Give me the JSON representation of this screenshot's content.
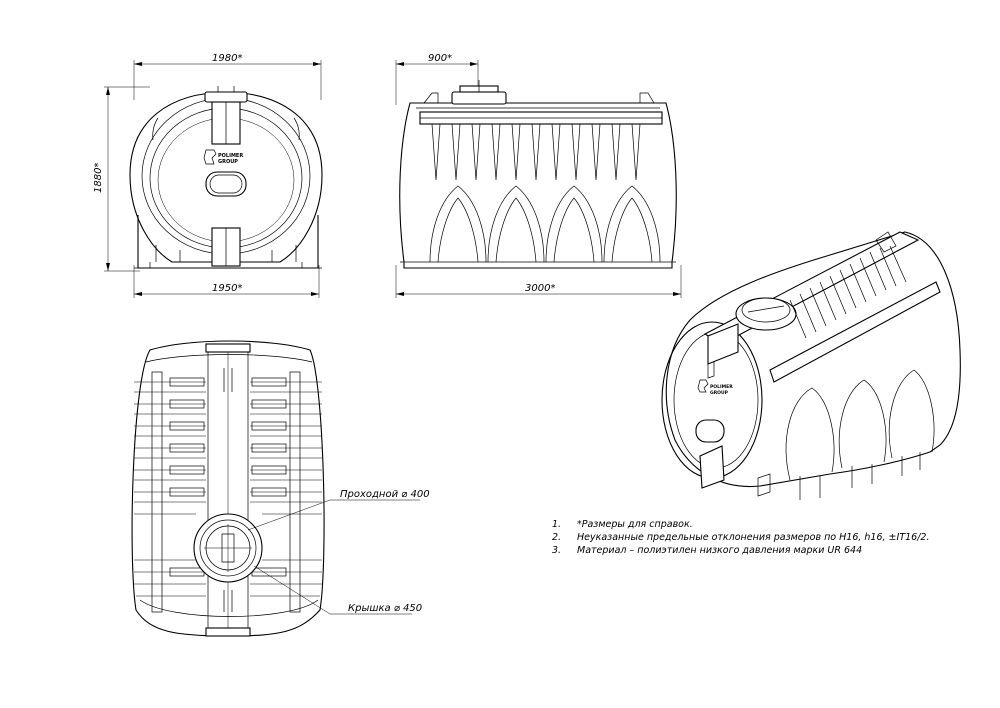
{
  "dimensions": {
    "front_top_width": "1980*",
    "front_height": "1880*",
    "front_bottom_width": "1950*",
    "side_top_offset": "900*",
    "side_length": "3000*"
  },
  "callouts": {
    "manhole": "Проходной ⌀ 400",
    "lid": "Крышка ⌀ 450"
  },
  "logo": {
    "line1": "POLIMER",
    "line2": "GROUP"
  },
  "notes": [
    {
      "num": "1.",
      "text": "*Размеры для справок."
    },
    {
      "num": "2.",
      "text": "Неуказанные предельные отклонения размеров по H16, h16, ±IT16/2."
    },
    {
      "num": "3.",
      "text": "Материал – полиэтилен низкого давления марки UR 644"
    }
  ],
  "colors": {
    "line": "#000000",
    "background": "#ffffff"
  }
}
